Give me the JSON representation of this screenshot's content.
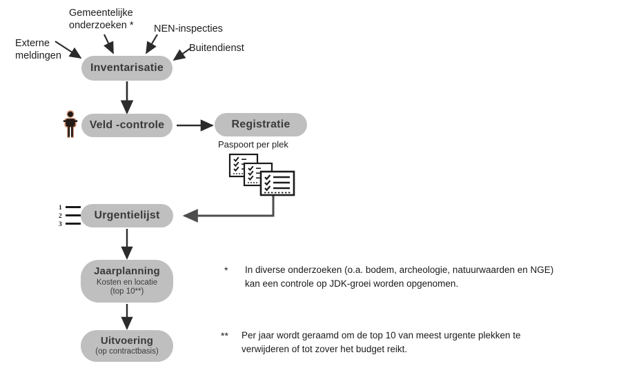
{
  "diagram": {
    "title": "JDK beheerproces stroomschema",
    "colors": {
      "node_fill": "#bfbfbf",
      "node_text": "#3a3a3a",
      "arrow": "#2b2b2b",
      "wire": "#4d4d4d",
      "page_text": "#1a1a1a",
      "person_accent": "#c2714a"
    }
  },
  "inputs": [
    {
      "id": "externe-meldingen",
      "label": "Externe\nmeldingen"
    },
    {
      "id": "gemeentelijke-onderzoeken",
      "label": "Gemeentelijke\nonderzoeken *"
    },
    {
      "id": "nen-inspecties",
      "label": "NEN-inspecties"
    },
    {
      "id": "buitendienst",
      "label": "Buitendienst"
    }
  ],
  "nodes": [
    {
      "id": "inventarisatie",
      "title": "Inventarisatie",
      "subtitle": ""
    },
    {
      "id": "veld-controle",
      "title": "Veld -controle",
      "subtitle": ""
    },
    {
      "id": "registratie",
      "title": "Registratie",
      "subtitle": ""
    },
    {
      "id": "urgentielijst",
      "title": "Urgentielijst",
      "subtitle": ""
    },
    {
      "id": "jaarplanning",
      "title": "Jaarplanning",
      "subtitle_1": "Kosten en locatie",
      "subtitle_2": "(top 10**)"
    },
    {
      "id": "uitvoering",
      "title": "Uitvoering",
      "subtitle_1": "(op contractbasis)"
    }
  ],
  "captions": {
    "paspoort": "Paspoort per plek"
  },
  "icons": {
    "person": "person-icon",
    "numbered_list": "numbered-list-icon",
    "checklist_documents": "checklist-documents-icon"
  },
  "footnotes": [
    {
      "marker": "*",
      "line_1": "In diverse onderzoeken (o.a. bodem, archeologie, natuurwaarden en NGE)",
      "line_2": "kan een controle op JDK-groei worden opgenomen."
    },
    {
      "marker": "**",
      "line_1": "Per jaar wordt geraamd om de top 10 van meest urgente plekken te",
      "line_2": "verwijderen of tot zover het budget reikt."
    }
  ]
}
